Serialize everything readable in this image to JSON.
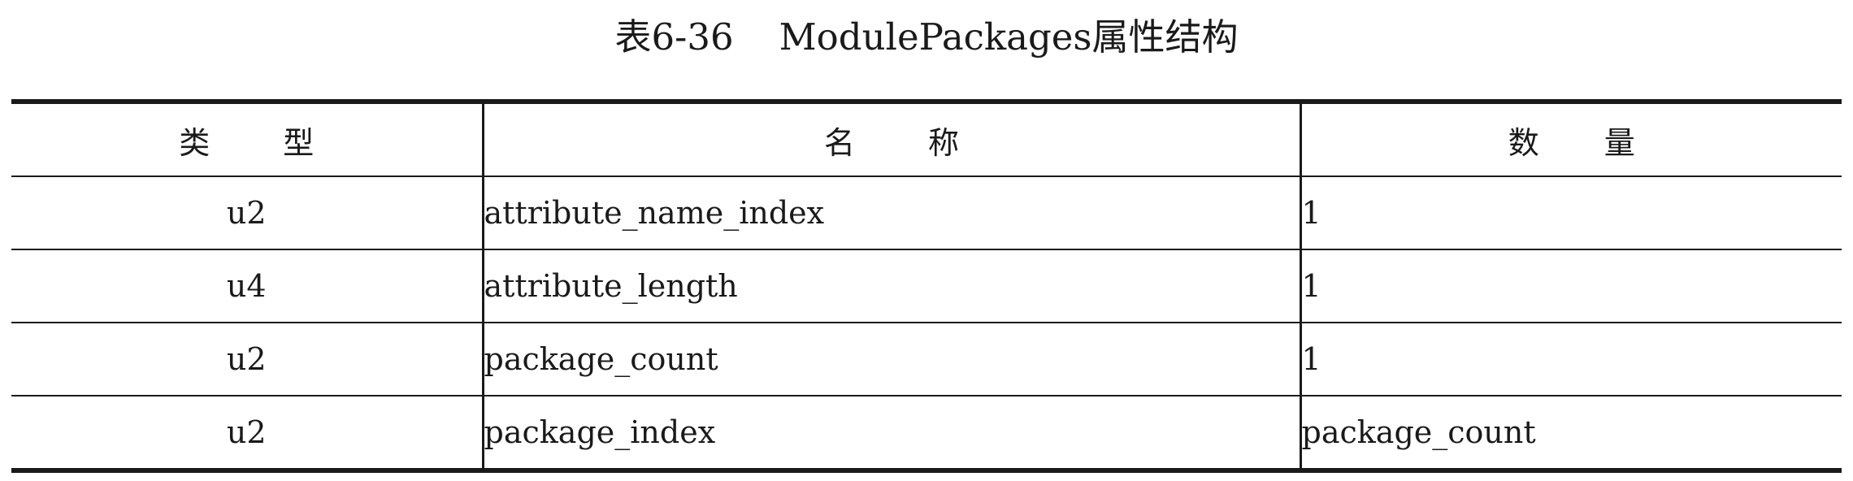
{
  "caption": {
    "label": "表6-36",
    "name": "ModulePackages属性结构"
  },
  "table": {
    "headers": [
      {
        "chars": [
          "类",
          "型"
        ]
      },
      {
        "chars": [
          "名",
          "称"
        ]
      },
      {
        "chars": [
          "数",
          "量"
        ]
      }
    ],
    "rows": [
      {
        "type": "u2",
        "name": "attribute_name_index",
        "count": "1"
      },
      {
        "type": "u4",
        "name": "attribute_length",
        "count": "1"
      },
      {
        "type": "u2",
        "name": "package_count",
        "count": "1"
      },
      {
        "type": "u2",
        "name": "package_index",
        "count": "package_count"
      }
    ]
  }
}
